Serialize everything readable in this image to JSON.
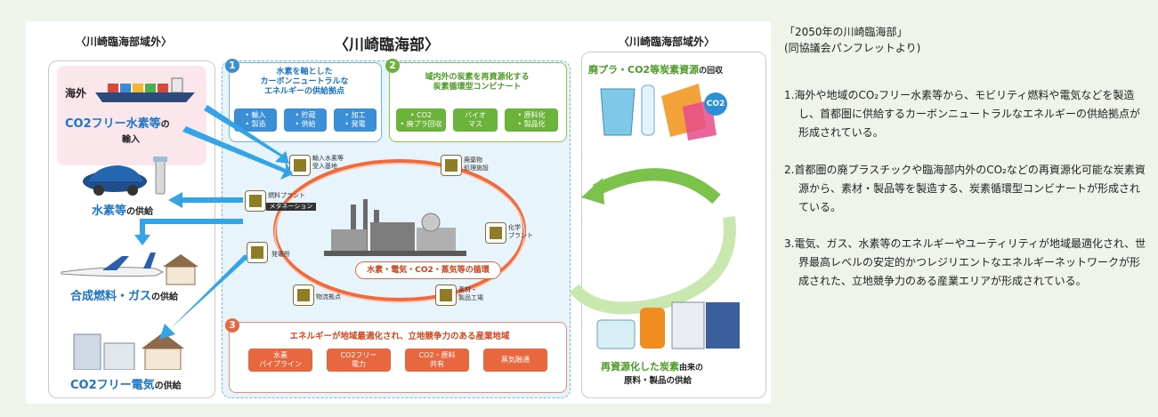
{
  "figure": {
    "left_header": "〈川崎臨海部域外〉",
    "center_header": "〈川崎臨海部〉",
    "right_header": "〈川崎臨海部域外〉",
    "left": {
      "overseas_label": "海外",
      "co2free_hydrogen": "CO2フリー水素等",
      "co2free_hydrogen_suffix": "の",
      "import_label": "輸入",
      "hydrogen_supply_bold": "水素等",
      "hydrogen_supply_suffix": "の供給",
      "synth_fuel_bold": "合成燃料・ガス",
      "synth_fuel_suffix": "の供給",
      "co2free_power_bold": "CO2フリー電気",
      "co2free_power_suffix": "の供給"
    },
    "box1": {
      "number": "1",
      "title": "水素を軸とした\nカーボンニュートラルな\nエネルギーの供給拠点",
      "pills": [
        "• 輸入\n• 製造",
        "• 貯蔵\n• 供給",
        "• 加工\n• 発電"
      ]
    },
    "box2": {
      "number": "2",
      "title": "域内外の炭素を再資源化する\n炭素循環型コンビナート",
      "pills": [
        "• CO2\n• 廃プラ回収",
        "バイオ\nマス",
        "• 原料化\n• 製品化"
      ]
    },
    "facilities": {
      "import_hydrogen": "輸入水素等\n受入基地",
      "waste_treatment": "廃棄物\n処理施設",
      "fuel_plant": "燃料プラント",
      "methanation": "メタネーション",
      "chemical_plant": "化学\nプラント",
      "power_station": "発電所",
      "logistics": "物流拠点",
      "materials_factory": "素材・\n製品工場"
    },
    "cycle_label": "水素・電気・CO2・蒸気等の循環",
    "box3": {
      "number": "3",
      "title": "エネルギーが地域最適化され、立地競争力のある産業地域",
      "pills": [
        "水素\nパイプライン",
        "CO2フリー\n電力",
        "CO2・原料\n共有",
        "蒸気融通"
      ]
    },
    "right": {
      "recovery_bold": "廃プラ・CO2等炭素資源",
      "recovery_suffix": "の回収",
      "co2_badge": "CO2",
      "recycled_carbon_bold": "再資源化した炭素",
      "recycled_carbon_suffix": "由来の",
      "raw_materials": "原料・製品の供給"
    }
  },
  "caption": {
    "title": "「2050年の川崎臨海部」",
    "source": "(同協議会パンフレットより)",
    "items": [
      "1.海外や地域のCO₂フリー水素等から、モビリティ燃料や電気などを製造し、首都圏に供給するカーボンニュートラルなエネルギーの供給拠点が形成されている。",
      "2.首都圏の廃プラスチックや臨海部内外のCO₂などの再資源化可能な炭素資源から、素材・製品等を製造する、炭素循環型コンビナートが形成されている。",
      "3.電気、ガス、水素等のエネルギーやユーティリティが地域最適化され、世界最高レベルの安定的かつレジリエントなエネルギーネットワークが形成された、立地競争力のある産業エリアが形成されている。"
    ]
  },
  "colors": {
    "page_bg": "#eef4ea",
    "blue_accent": "#1a74c8",
    "arrow_blue": "#33a4e6",
    "green_accent": "#7cc24a",
    "red_accent": "#e9673f",
    "facility_brown": "#8a6a2a"
  }
}
